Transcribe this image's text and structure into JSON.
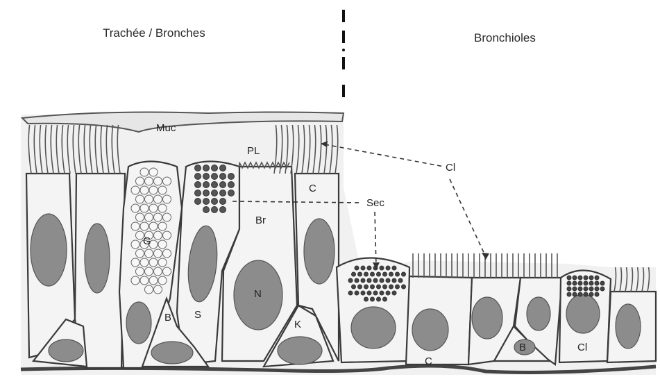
{
  "headings": {
    "left": "Trachée / Bronches",
    "right": "Bronchioles"
  },
  "labels": {
    "muc": "Muc",
    "pl": "PL",
    "ci_top": "Cl",
    "c_left": "C",
    "sec": "Sec",
    "br": "Br",
    "g": "G",
    "n": "N",
    "s": "S",
    "b_left": "B",
    "k": "K",
    "c_right": "C",
    "b_right": "B",
    "ci_right": "Cl"
  }
}
